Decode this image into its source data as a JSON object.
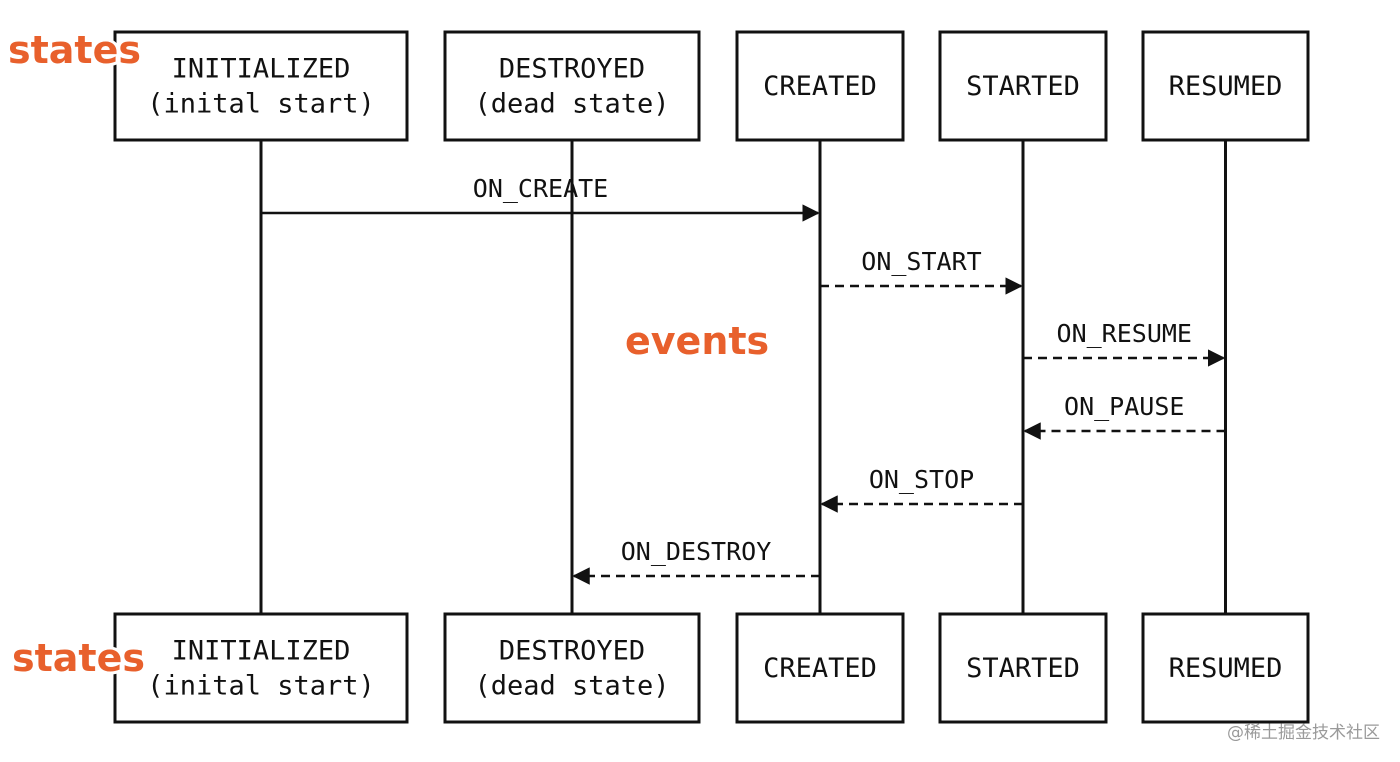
{
  "participants": [
    {
      "lines": [
        "INITIALIZED",
        "(inital start)"
      ]
    },
    {
      "lines": [
        "DESTROYED",
        "(dead state)"
      ]
    },
    {
      "lines": [
        "CREATED"
      ]
    },
    {
      "lines": [
        "STARTED"
      ]
    },
    {
      "lines": [
        "RESUMED"
      ]
    }
  ],
  "messages": [
    {
      "label": "ON_CREATE",
      "from": 0,
      "to": 2,
      "style": "solid"
    },
    {
      "label": "ON_START",
      "from": 2,
      "to": 3,
      "style": "dashed"
    },
    {
      "label": "ON_RESUME",
      "from": 3,
      "to": 4,
      "style": "dashed"
    },
    {
      "label": "ON_PAUSE",
      "from": 4,
      "to": 3,
      "style": "dashed"
    },
    {
      "label": "ON_STOP",
      "from": 3,
      "to": 2,
      "style": "dashed"
    },
    {
      "label": "ON_DESTROY",
      "from": 2,
      "to": 1,
      "style": "dashed"
    }
  ],
  "annotations": {
    "states_top": "states",
    "events": "events",
    "states_bottom": "states"
  },
  "watermark": "@稀土掘金技术社区",
  "colors": {
    "annotation": "#e8602c",
    "line": "#111111"
  }
}
